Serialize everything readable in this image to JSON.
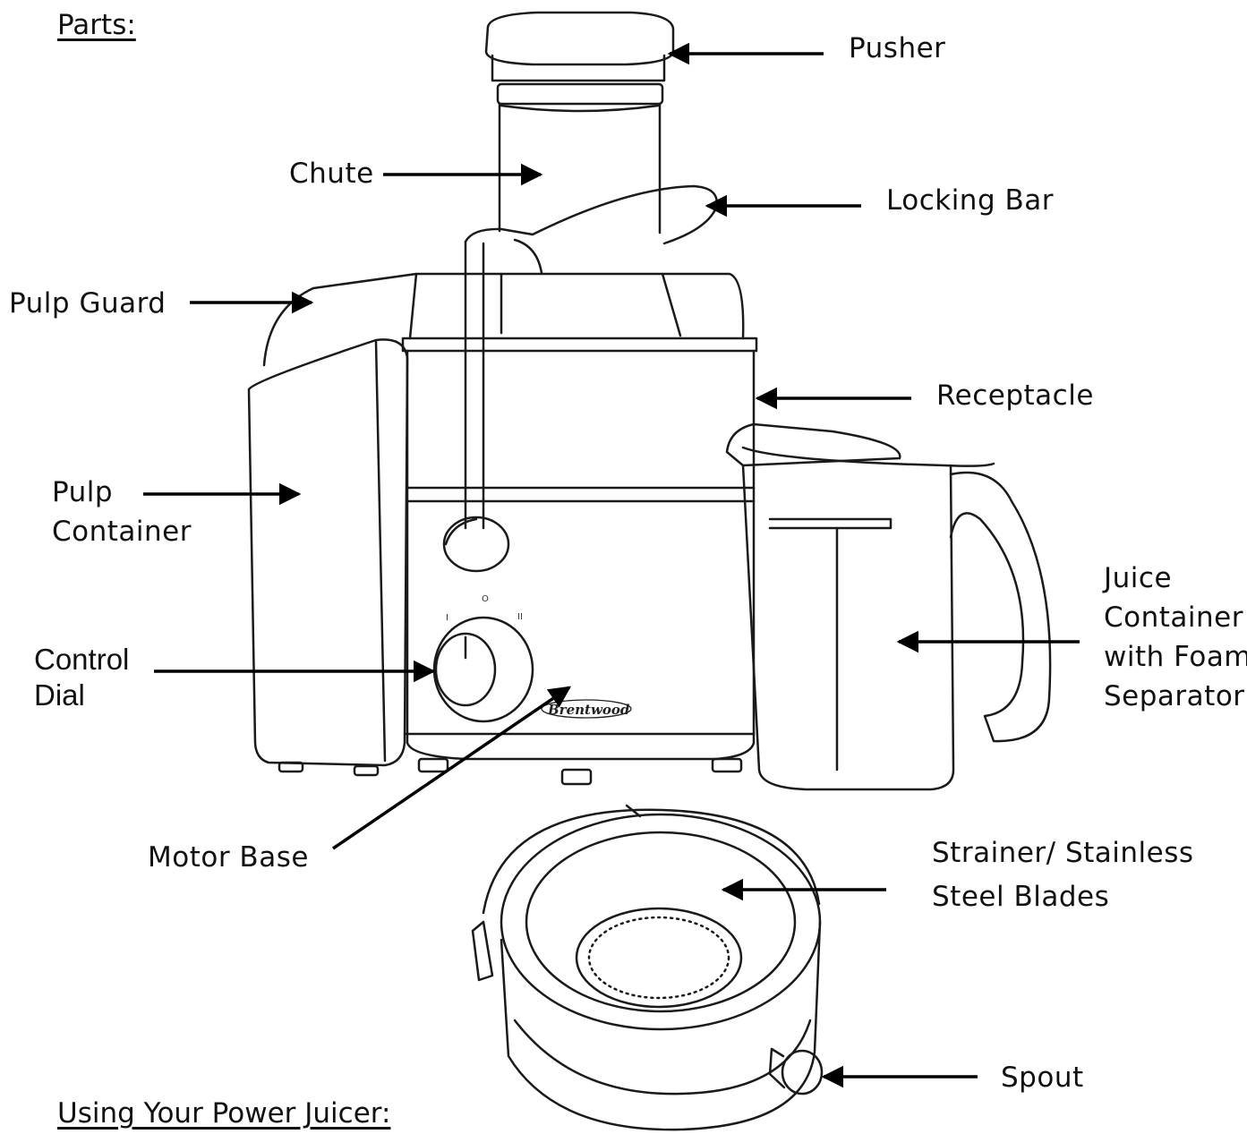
{
  "headings": {
    "parts": "Parts:",
    "using": "Using Your Power Juicer:"
  },
  "labels": {
    "pusher": "Pusher",
    "chute": "Chute",
    "locking_bar": "Locking Bar",
    "pulp_guard": "Pulp Guard",
    "receptacle": "Receptacle",
    "pulp_container": [
      "Pulp",
      "Container"
    ],
    "juice_container": [
      "Juice",
      "Container",
      "with Foam",
      "Separator"
    ],
    "control_dial": [
      "Control",
      "Dial"
    ],
    "motor_base": "Motor Base",
    "strainer": [
      "Strainer/ Stainless",
      "Steel Blades"
    ],
    "spout": "Spout"
  },
  "brand": "Brentwood",
  "dial_marks": [
    "I",
    "O",
    "II"
  ]
}
